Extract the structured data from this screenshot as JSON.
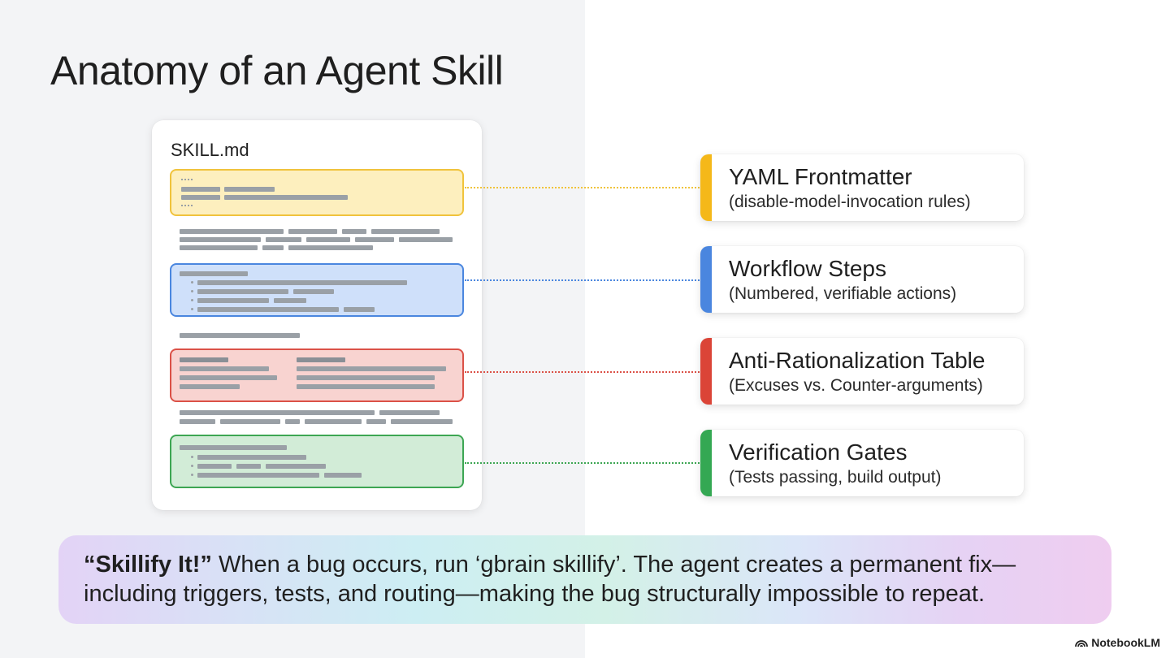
{
  "slide": {
    "title": "Anatomy of an Agent Skill"
  },
  "document": {
    "filename": "SKILL.md"
  },
  "callouts": [
    {
      "title": "YAML Frontmatter",
      "subtitle": "(disable-model-invocation rules)",
      "color": "#f5b819"
    },
    {
      "title": "Workflow Steps",
      "subtitle": "(Numbered, verifiable actions)",
      "color": "#4a86df"
    },
    {
      "title": "Anti-Rationalization Table",
      "subtitle": "(Excuses vs. Counter-arguments)",
      "color": "#db4437"
    },
    {
      "title": "Verification Gates",
      "subtitle": "(Tests passing, build output)",
      "color": "#34a853"
    }
  ],
  "banner": {
    "lead": "“Skillify It!”",
    "text": " When a bug occurs, run ‘gbrain skillify’. The agent creates a permanent fix—including triggers, tests, and routing—making the bug structurally impossible to repeat."
  },
  "watermark": {
    "label": "NotebookLM",
    "icon": "notebooklm-logo-icon"
  }
}
